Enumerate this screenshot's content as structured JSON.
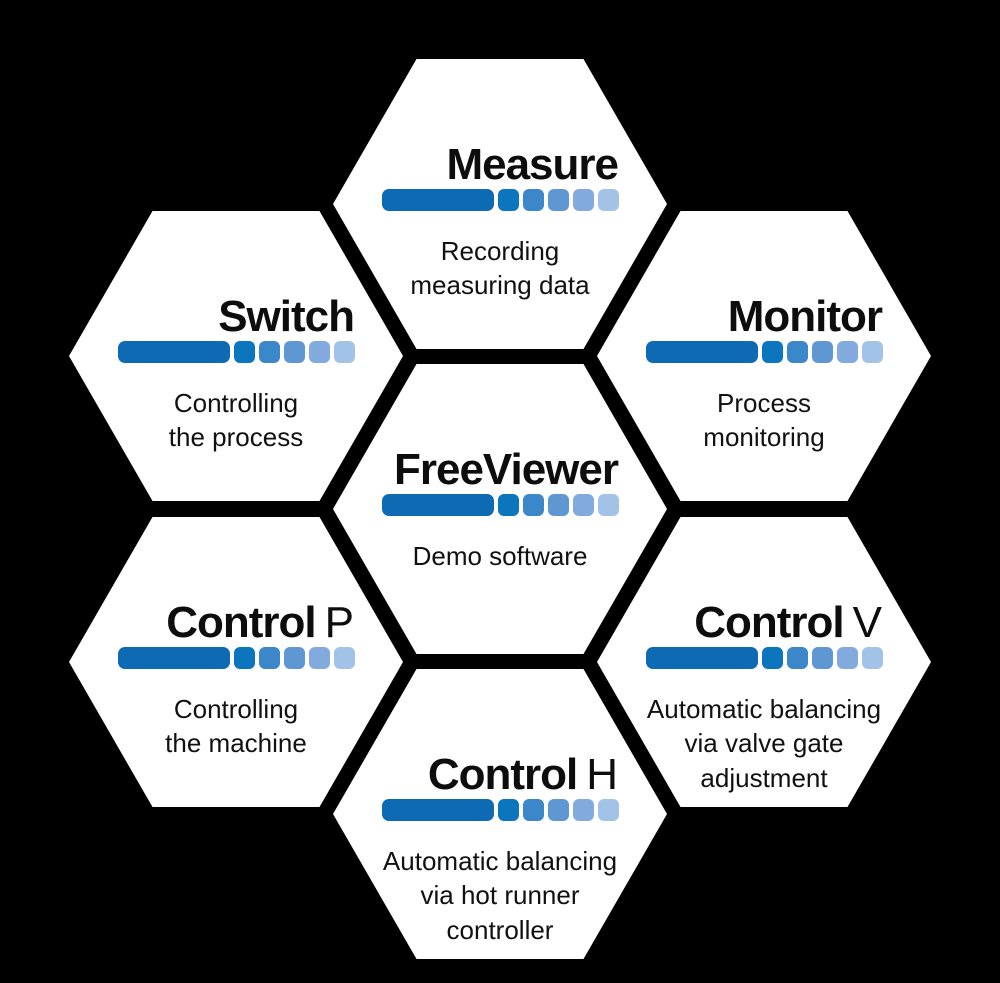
{
  "diagram": {
    "background_color": "#000000",
    "hexagon_fill": "#ffffff",
    "text_color": "#111111"
  },
  "bar": {
    "main_color": "#0d6ab3",
    "segment_colors": [
      "#0b76bd",
      "#3c87c9",
      "#5f97d2",
      "#82aadc",
      "#a3c2e7"
    ]
  },
  "hexagons": [
    {
      "id": "measure",
      "title": "Measure",
      "suffix": "",
      "subtitle_lines": [
        "Recording",
        "measuring data"
      ]
    },
    {
      "id": "switch",
      "title": "Switch",
      "suffix": "",
      "subtitle_lines": [
        "Controlling",
        "the process"
      ]
    },
    {
      "id": "monitor",
      "title": "Monitor",
      "suffix": "",
      "subtitle_lines": [
        "Process",
        "monitoring"
      ]
    },
    {
      "id": "freeviewer",
      "title": "FreeViewer",
      "suffix": "",
      "subtitle_lines": [
        "Demo software"
      ]
    },
    {
      "id": "control-p",
      "title": "Control",
      "suffix": "P",
      "subtitle_lines": [
        "Controlling",
        "the machine"
      ]
    },
    {
      "id": "control-v",
      "title": "Control",
      "suffix": "V",
      "subtitle_lines": [
        "Automatic balancing",
        "via valve gate",
        "adjustment"
      ]
    },
    {
      "id": "control-h",
      "title": "Control",
      "suffix": "H",
      "subtitle_lines": [
        "Automatic balancing",
        "via hot runner",
        "controller"
      ]
    }
  ]
}
